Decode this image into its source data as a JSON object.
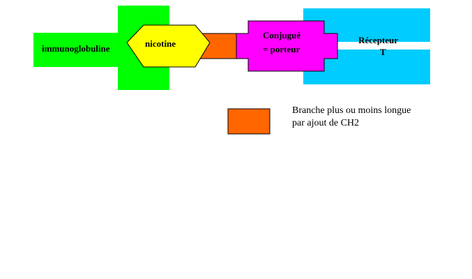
{
  "diagram": {
    "immunoglobulin": {
      "label": "immunoglobuline",
      "color": "#00ff00"
    },
    "nicotine": {
      "label": "nicotine",
      "color": "#ffff00"
    },
    "linker": {
      "color": "#ff6600"
    },
    "carrier": {
      "label_line1": "Conjugué",
      "label_line2": "= porteur",
      "color": "#ff00ff"
    },
    "receptor": {
      "label_line1": "Récepteur",
      "label_line2": "T",
      "color": "#00ccff"
    }
  },
  "legend": {
    "swatch_color": "#ff6600",
    "line1": "Branche plus ou moins longue",
    "line2": "par ajout de CH2"
  }
}
